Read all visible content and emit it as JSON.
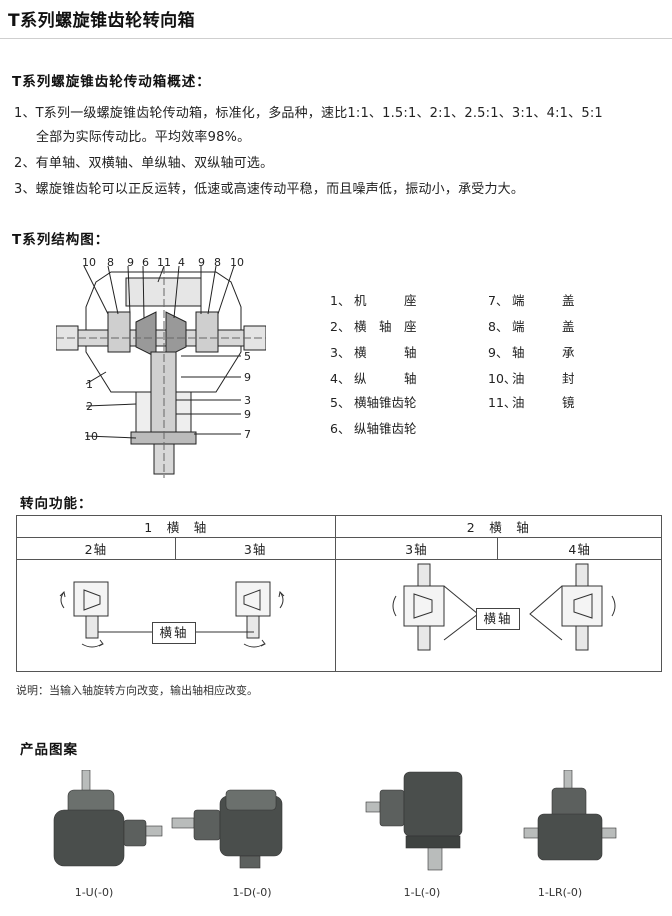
{
  "title": "T系列螺旋锥齿轮转向箱",
  "overview": {
    "heading": "T系列螺旋锥齿轮传动箱概述：",
    "items": [
      "1、T系列一级螺旋锥齿轮传动箱，标准化，多品种，速比1:1、1.5:1、2:1、2.5:1、3:1、4:1、5:1",
      "全部为实际传动比。平均效率98%。",
      "2、有单轴、双横轴、单纵轴、双纵轴可选。",
      "3、螺旋锥齿轮可以正反运转，低速或高速传动平稳，而且噪声低，振动小，承受力大。"
    ]
  },
  "structure": {
    "heading": "T系列结构图：",
    "callouts_top": [
      "10",
      "8",
      "9",
      "6",
      "11",
      "4",
      "9",
      "8",
      "10"
    ],
    "callouts_right": [
      "5",
      "9",
      "3",
      "9",
      "7"
    ],
    "callouts_left": [
      "1",
      "2",
      "10"
    ],
    "legend": [
      {
        "num": "1、",
        "label": "机　　　座"
      },
      {
        "num": "2、",
        "label": "横　轴　座"
      },
      {
        "num": "3、",
        "label": "横　　　轴"
      },
      {
        "num": "4、",
        "label": "纵　　　轴"
      },
      {
        "num": "5、",
        "label": "横轴锥齿轮"
      },
      {
        "num": "6、",
        "label": "纵轴锥齿轮"
      },
      {
        "num": "7、",
        "label": "端　　　盖"
      },
      {
        "num": "8、",
        "label": "端　　　盖"
      },
      {
        "num": "9、",
        "label": "轴　　　承"
      },
      {
        "num": "10、",
        "label": "油　　　封"
      },
      {
        "num": "11、",
        "label": "油　　　镜"
      }
    ]
  },
  "steering": {
    "heading": "转向功能：",
    "group1": "1　横　轴",
    "group2": "2　横　轴",
    "col_a": "2轴",
    "col_b": "3轴",
    "col_c": "3轴",
    "col_d": "4轴",
    "box_label_1": "横轴",
    "box_label_2": "横轴",
    "note": "说明：当输入轴旋转方向改变，输出轴相应改变。"
  },
  "products": {
    "heading": "产品图案",
    "items": [
      {
        "caption": "1-U(-0)"
      },
      {
        "caption": "1-D(-0)"
      },
      {
        "caption": "1-L(-0)"
      },
      {
        "caption": "1-LR(-0)"
      }
    ]
  },
  "colors": {
    "gearbox_body": "#4a4e4c",
    "gearbox_highlight": "#6b706d",
    "shaft": "#b9bcbb",
    "table_border": "#555555",
    "rule_line": "#cfcfcf"
  }
}
